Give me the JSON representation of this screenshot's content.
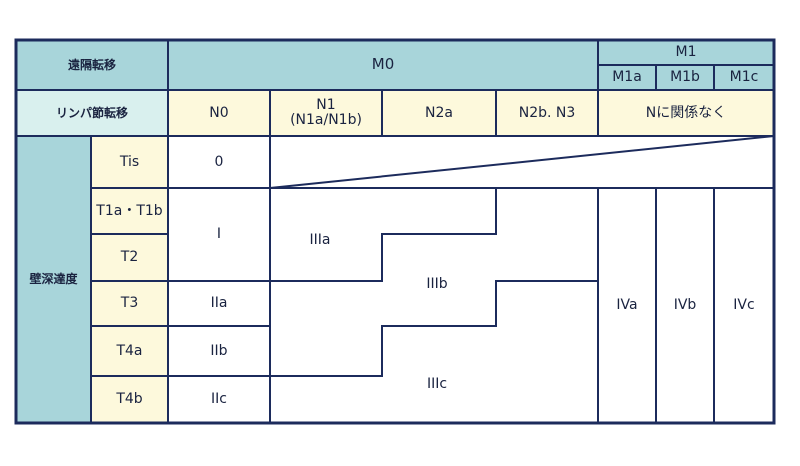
{
  "table": {
    "corner_top": "遠隔転移",
    "corner_bottom": "リンパ節転移",
    "side_label": "壁深達度",
    "m0": "M0",
    "m1": "M1",
    "m1_subs": [
      "M1a",
      "M1b",
      "M1c"
    ],
    "n_headers": {
      "n0": "N0",
      "n1_line1": "N1",
      "n1_line2": "(N1a/N1b)",
      "n2a": "N2a",
      "n2b_n3": "N2b. N3",
      "n_any": "Nに関係なく"
    },
    "t_rows": [
      "Tis",
      "T1a・T1b",
      "T2",
      "T3",
      "T4a",
      "T4b"
    ],
    "stages": {
      "s0": "0",
      "s1": "I",
      "s2a": "IIa",
      "s2b": "IIb",
      "s2c": "IIc",
      "s3a": "IIIa",
      "s3b": "IIIb",
      "s3c": "IIIc",
      "s4a": "IVa",
      "s4b": "IVb",
      "s4c": "IVc"
    }
  },
  "colors": {
    "border": "#1c2b5c",
    "header_teal": "#a8d5da",
    "cream": "#fdf9dc",
    "mint": "#d9f0ee"
  }
}
